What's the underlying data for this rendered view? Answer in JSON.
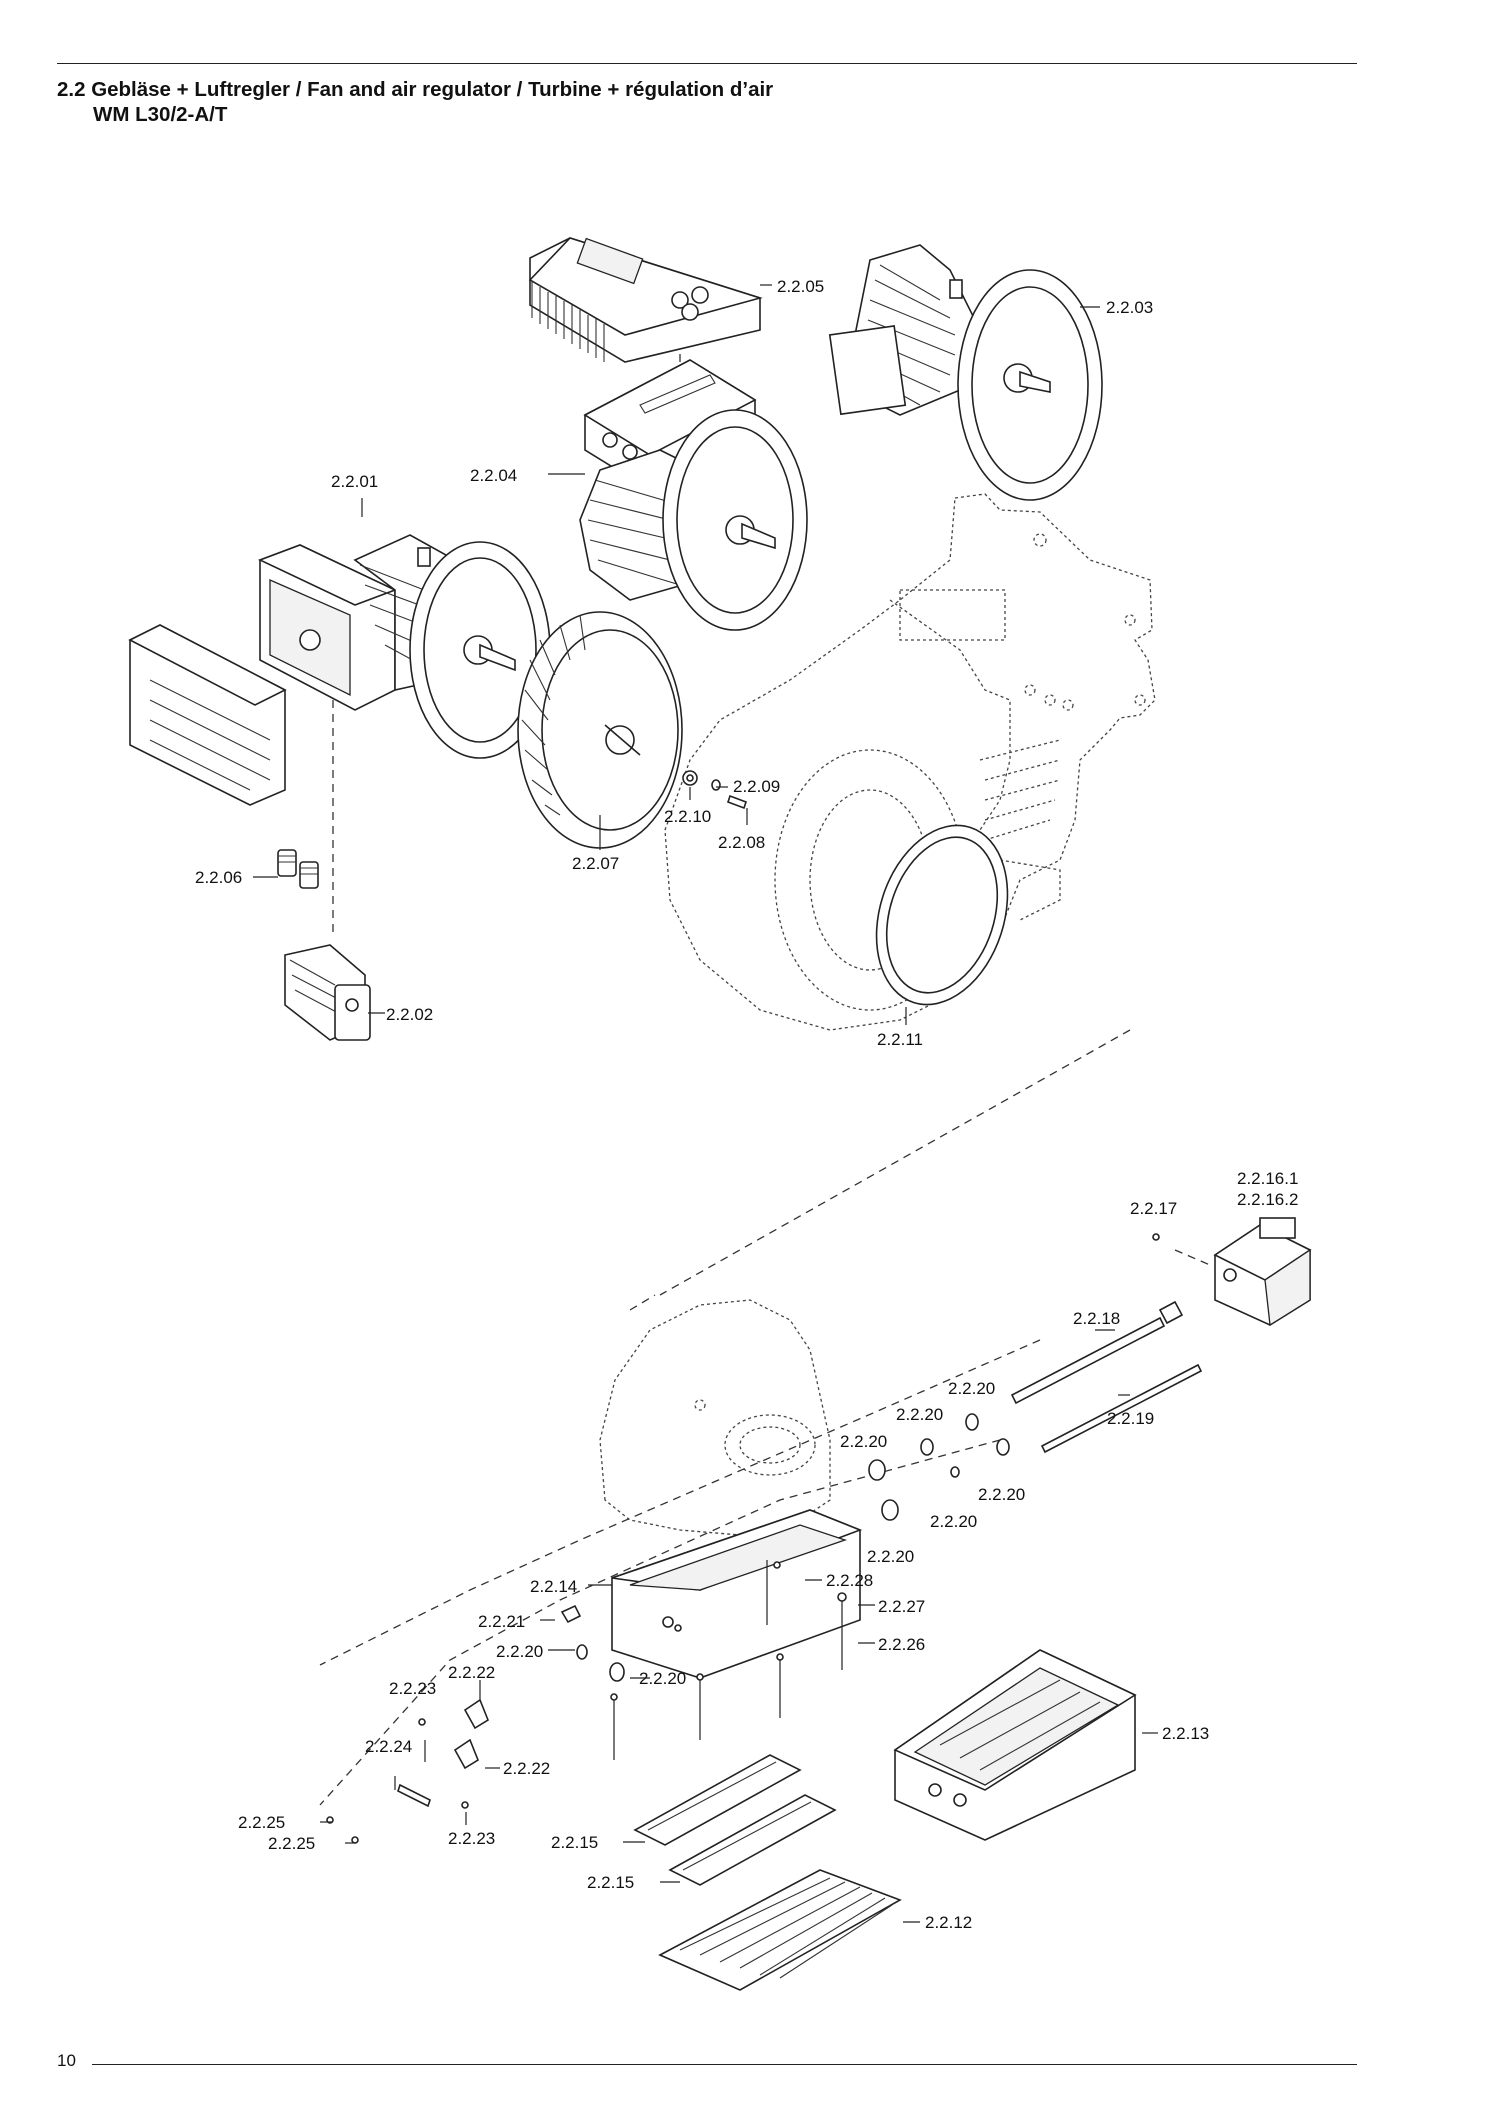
{
  "header": {
    "title_line1": "2.2 Gebläse + Luftregler / Fan and air regulator / Turbine + régulation d’air",
    "title_line2": "WM L30/2-A/T"
  },
  "footer": {
    "page_number": "10"
  },
  "labels": {
    "p2_2_01": "2.2.01",
    "p2_2_02": "2.2.02",
    "p2_2_03": "2.2.03",
    "p2_2_04": "2.2.04",
    "p2_2_05": "2.2.05",
    "p2_2_06": "2.2.06",
    "p2_2_07": "2.2.07",
    "p2_2_08": "2.2.08",
    "p2_2_09": "2.2.09",
    "p2_2_10": "2.2.10",
    "p2_2_11": "2.2.11",
    "p2_2_12": "2.2.12",
    "p2_2_13": "2.2.13",
    "p2_2_14": "2.2.14",
    "p2_2_15a": "2.2.15",
    "p2_2_15b": "2.2.15",
    "p2_2_16_1": "2.2.16.1",
    "p2_2_16_2": "2.2.16.2",
    "p2_2_17": "2.2.17",
    "p2_2_18": "2.2.18",
    "p2_2_19": "2.2.19",
    "p2_2_20a": "2.2.20",
    "p2_2_20b": "2.2.20",
    "p2_2_20c": "2.2.20",
    "p2_2_20d": "2.2.20",
    "p2_2_20e": "2.2.20",
    "p2_2_20f": "2.2.20",
    "p2_2_20g": "2.2.20",
    "p2_2_20h": "2.2.20",
    "p2_2_21": "2.2.21",
    "p2_2_22a": "2.2.22",
    "p2_2_22b": "2.2.22",
    "p2_2_23a": "2.2.23",
    "p2_2_23b": "2.2.23",
    "p2_2_24": "2.2.24",
    "p2_2_25a": "2.2.25",
    "p2_2_25b": "2.2.25",
    "p2_2_26": "2.2.26",
    "p2_2_27": "2.2.27",
    "p2_2_28": "2.2.28"
  }
}
